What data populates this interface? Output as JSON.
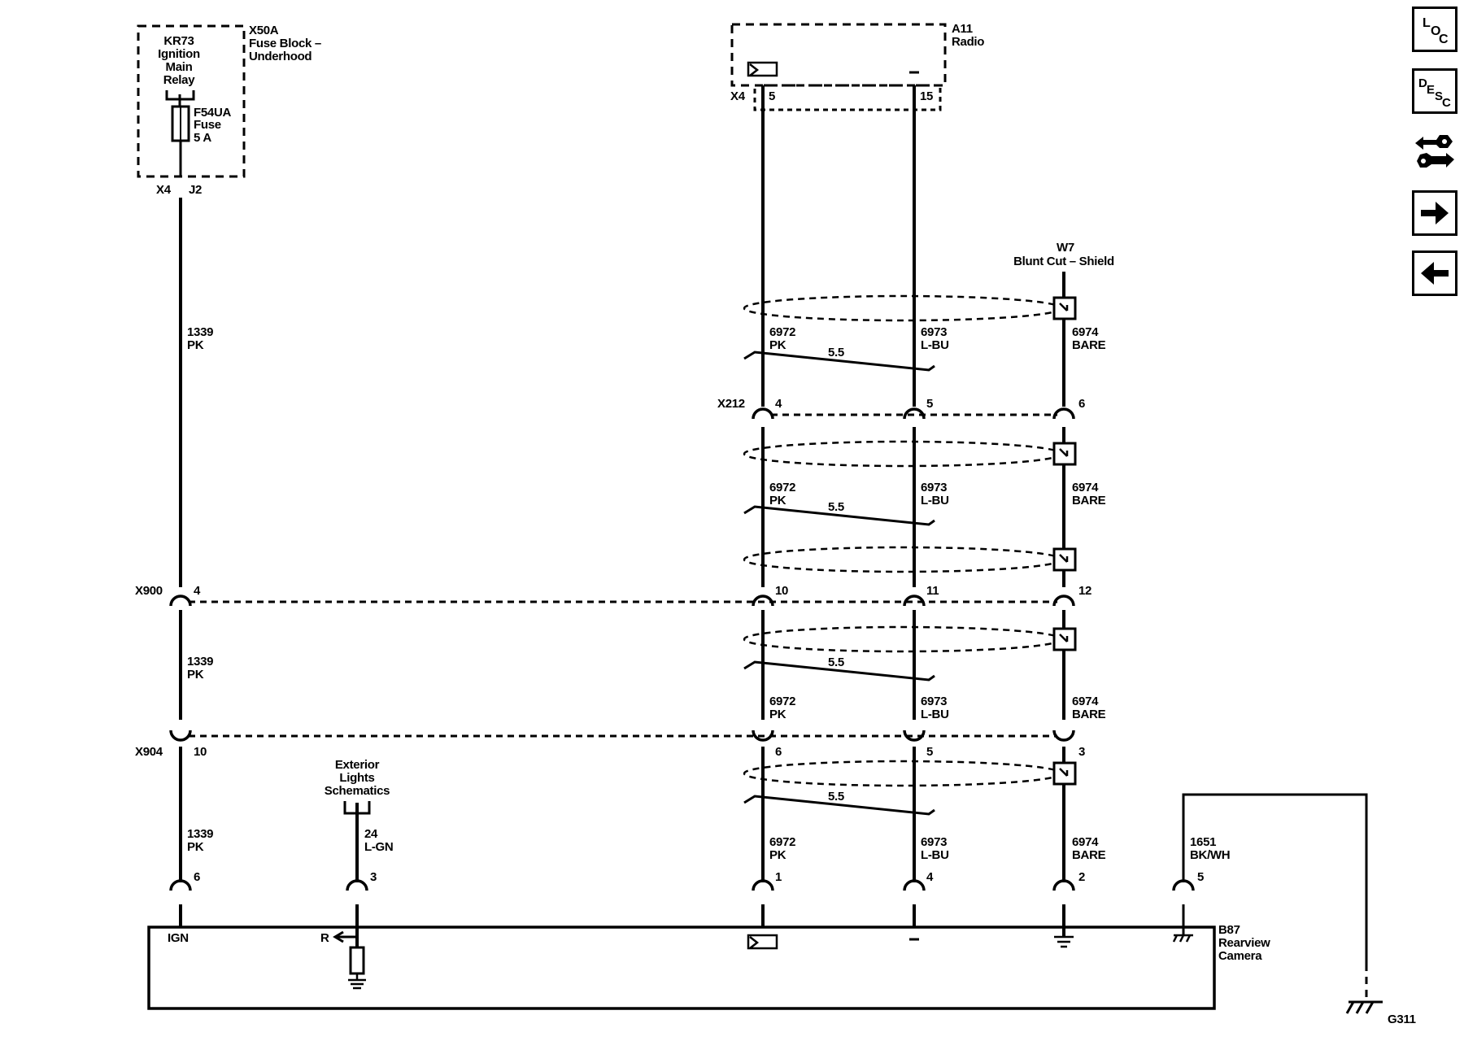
{
  "components": {
    "fuse_block": {
      "id": "X50A",
      "name1": "Fuse Block –",
      "name2": "Underhood"
    },
    "relay": {
      "line1": "KR73",
      "line2": "Ignition",
      "line3": "Main",
      "line4": "Relay"
    },
    "fuse": {
      "id": "F54UA",
      "label": "Fuse",
      "rating": "5 A"
    },
    "radio": {
      "id": "A11",
      "name": "Radio",
      "connector": "X4",
      "pin_a": "5",
      "pin_b": "15"
    },
    "shield": {
      "id": "W7",
      "name": "Blunt Cut – Shield"
    },
    "camera": {
      "id": "B87",
      "name1": "Rearview",
      "name2": "Camera",
      "ign_label": "IGN",
      "r_label": "R",
      "minus_label": "–"
    },
    "ground": {
      "id": "G311"
    },
    "exterior_lights": {
      "line1": "Exterior",
      "line2": "Lights",
      "line3": "Schematics"
    }
  },
  "fuse_connector": {
    "conn": "X4",
    "pin": "J2"
  },
  "wires": {
    "ign": {
      "circuit": "1339",
      "color": "PK"
    },
    "lights": {
      "circuit": "24",
      "color": "L-GN"
    },
    "video_pos": {
      "circuit": "6972",
      "color": "PK"
    },
    "video_neg": {
      "circuit": "6973",
      "color": "L-BU"
    },
    "drain": {
      "circuit": "6974",
      "color": "BARE"
    },
    "ground": {
      "circuit": "1651",
      "color": "BK/WH"
    },
    "twist_label": "5.5"
  },
  "connectors": {
    "x212": {
      "id": "X212",
      "p1": "4",
      "p2": "5",
      "p3": "6"
    },
    "x900": {
      "id": "X900",
      "p0": "4",
      "p1": "10",
      "p2": "11",
      "p3": "12"
    },
    "x904": {
      "id": "X904",
      "p0": "10",
      "p1": "6",
      "p2": "5",
      "p3": "3"
    },
    "camera_pins": {
      "ign": "6",
      "lights": "3",
      "video_pos": "1",
      "video_neg": "4",
      "drain": "2",
      "ground": "5"
    }
  },
  "nav": {
    "loc": {
      "a": "L",
      "b": "O",
      "c": "C"
    },
    "desc": {
      "a": "D",
      "b": "E",
      "c": "S",
      "d": "C"
    },
    "icons": [
      "connector-icon",
      "forward-arrow-icon",
      "back-arrow-icon"
    ]
  }
}
